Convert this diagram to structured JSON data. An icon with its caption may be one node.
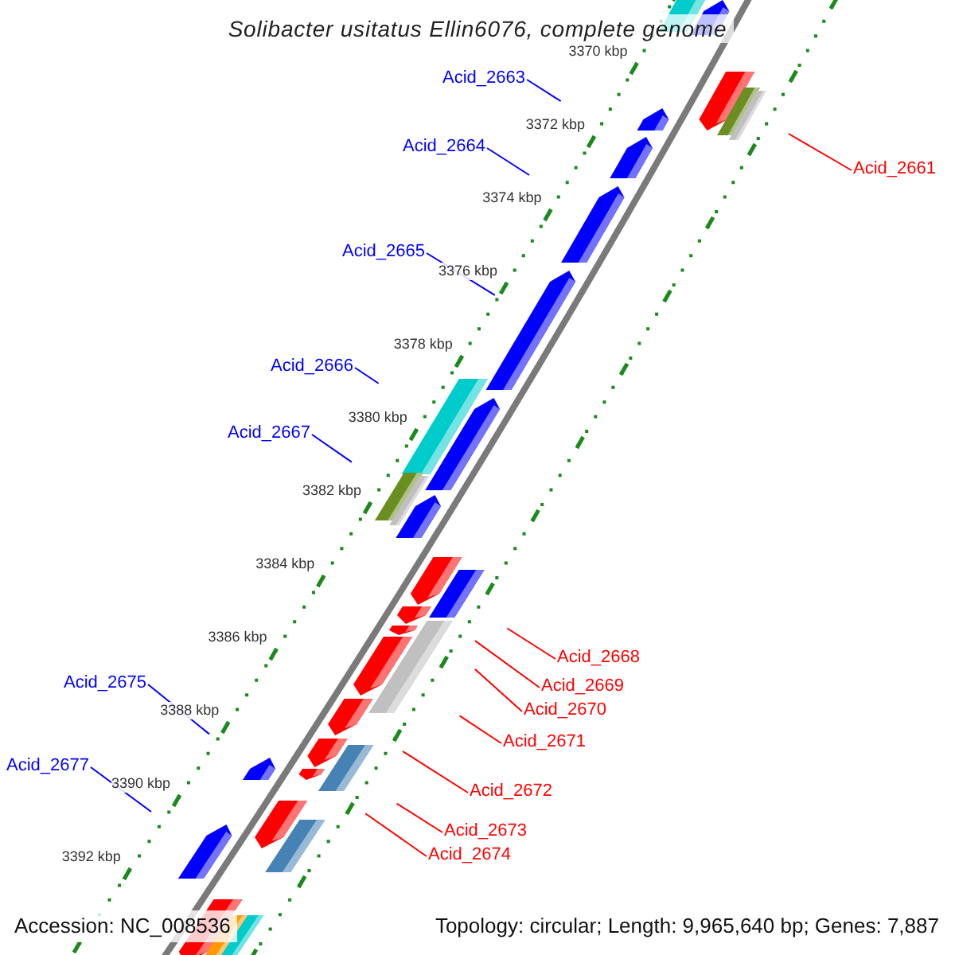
{
  "diagram": {
    "title": "Solibacter usitatus Ellin6076, complete genome",
    "nodes": [
      {
        "text": [
          "Acid_2663"
        ]
      },
      {
        "text": [
          "Acid_2664"
        ]
      },
      {
        "text": [
          "Acid_2661"
        ]
      },
      {
        "text": [
          "Acid_2665"
        ]
      },
      {
        "text": [
          "Acid_2666"
        ]
      },
      {
        "text": [
          "Acid_2667"
        ]
      },
      {
        "text": [
          "Acid_2668"
        ]
      },
      {
        "text": [
          "Acid_2675"
        ]
      },
      {
        "text": [
          "Acid_2669"
        ]
      },
      {
        "text": [
          "Acid_2670"
        ]
      },
      {
        "text": [
          "Acid_2671"
        ]
      },
      {
        "text": [
          "Acid_2677"
        ]
      },
      {
        "text": [
          "Acid_2672"
        ]
      },
      {
        "text": [
          "Acid_2673"
        ]
      },
      {
        "text": [
          "Acid_2674"
        ]
      }
    ],
    "edges": [
      {
        "from": 0,
        "to": null,
        "arrow": "none",
        "color": "#0000ff"
      },
      {
        "from": 1,
        "to": null,
        "arrow": "none",
        "color": "#0000ff"
      },
      {
        "from": 2,
        "to": null,
        "arrow": "none",
        "color": "#ff0000"
      },
      {
        "from": 3,
        "to": null,
        "arrow": "none",
        "color": "#0000ff"
      },
      {
        "from": 4,
        "to": null,
        "arrow": "none",
        "color": "#0000ff"
      },
      {
        "from": 5,
        "to": null,
        "arrow": "none",
        "color": "#0000ff"
      },
      {
        "from": 6,
        "to": null,
        "arrow": "none",
        "color": "#ff0000"
      },
      {
        "from": 7,
        "to": null,
        "arrow": "none",
        "color": "#0000ff"
      },
      {
        "from": 8,
        "to": null,
        "arrow": "none",
        "color": "#ff0000"
      },
      {
        "from": 9,
        "to": null,
        "arrow": "none",
        "color": "#ff0000"
      },
      {
        "from": 10,
        "to": null,
        "arrow": "none",
        "color": "#ff0000"
      },
      {
        "from": 11,
        "to": null,
        "arrow": "none",
        "color": "#0000ff"
      },
      {
        "from": 12,
        "to": null,
        "arrow": "none",
        "color": "#ff0000"
      },
      {
        "from": 13,
        "to": null,
        "arrow": "none",
        "color": "#ff0000"
      },
      {
        "from": 14,
        "to": null,
        "arrow": "none",
        "color": "#ff0000"
      }
    ],
    "labels": [
      "3370 kbp",
      "3372 kbp",
      "3374 kbp",
      "3376 kbp",
      "3378 kbp",
      "3380 kbp",
      "3382 kbp",
      "3384 kbp",
      "3386 kbp",
      "3388 kbp",
      "3390 kbp",
      "3392 kbp",
      "Accession: NC_008536",
      "Topology: circular; Length: 9,965,640 bp; Genes: 7,887"
    ]
  }
}
